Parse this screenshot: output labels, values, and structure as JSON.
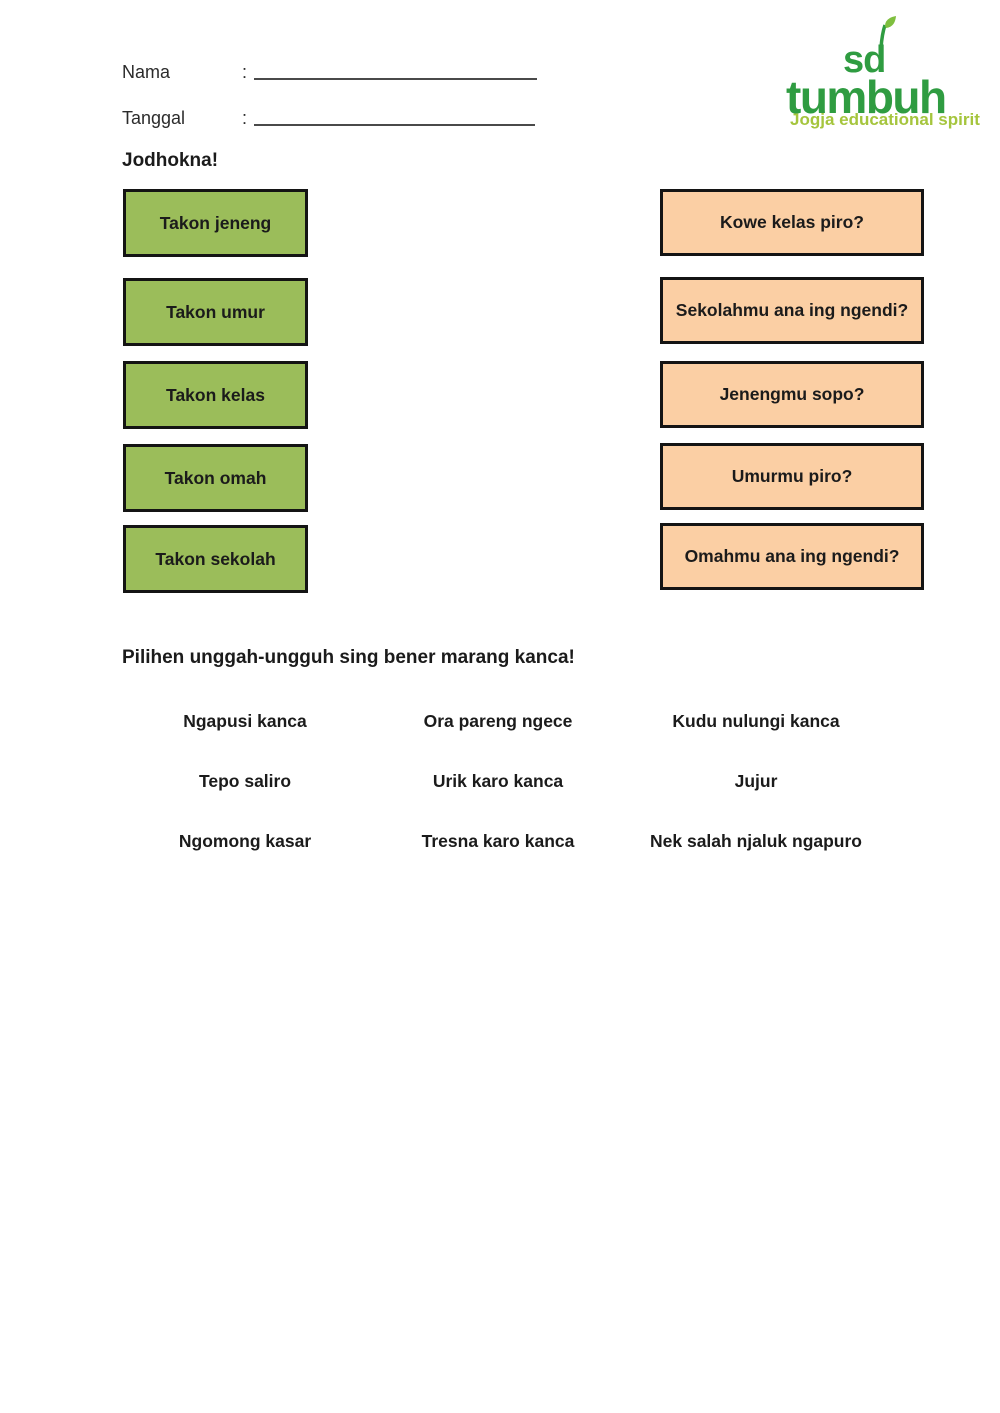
{
  "header": {
    "name_label": "Nama",
    "date_label": "Tanggal",
    "colon": ":"
  },
  "logo": {
    "sd": "sd",
    "tumbuh": "tumbuh",
    "tagline": "Jogja educational spirit",
    "leaf_icon": "leaf-sprout"
  },
  "matching": {
    "title": "Jodhokna!",
    "left": [
      "Takon jeneng",
      "Takon umur",
      "Takon kelas",
      "Takon omah",
      "Takon sekolah"
    ],
    "right": [
      "Kowe kelas piro?",
      "Sekolahmu ana ing ngendi?",
      "Jenengmu sopo?",
      "Umurmu piro?",
      "Omahmu ana ing ngendi?"
    ]
  },
  "choices": {
    "title": "Pilihen unggah-ungguh sing bener marang kanca!",
    "words": [
      [
        "Ngapusi kanca",
        "Ora pareng ngece",
        "Kudu nulungi kanca"
      ],
      [
        "Tepo saliro",
        "Urik karo kanca",
        "Jujur"
      ],
      [
        "Ngomong kasar",
        "Tresna karo kanca",
        "Nek salah njaluk ngapuro"
      ]
    ]
  },
  "colors": {
    "green_box": "#9bbd5a",
    "peach_box": "#fbcfa4",
    "box_border": "#141414",
    "logo_green": "#2f9c41",
    "leaf_green": "#7fbf3f",
    "tagline_green": "#a5c53d",
    "text": "#1b1b1b"
  }
}
